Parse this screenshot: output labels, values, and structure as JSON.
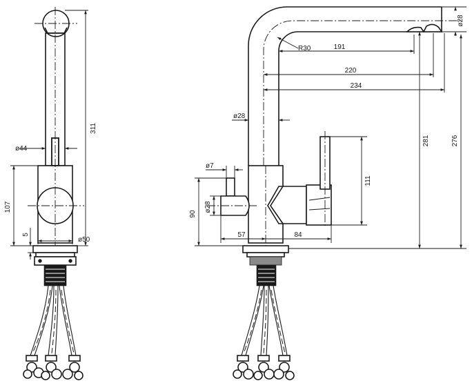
{
  "drawing": {
    "dimensions": {
      "d311": "311",
      "d44": "ø44",
      "d107": "107",
      "d5": "5",
      "d50": "ø50",
      "d28_top": "ø28",
      "r30": "R30",
      "d191": "191",
      "d220": "220",
      "d234": "234",
      "d28_body": "ø28",
      "d7": "ø7",
      "d28_side": "ø28",
      "d90": "90",
      "d57": "57",
      "d84": "84",
      "d111": "111",
      "d281": "281",
      "d276": "276"
    },
    "views": [
      "front-view",
      "side-view"
    ],
    "line_color": "#1a1a1a"
  }
}
